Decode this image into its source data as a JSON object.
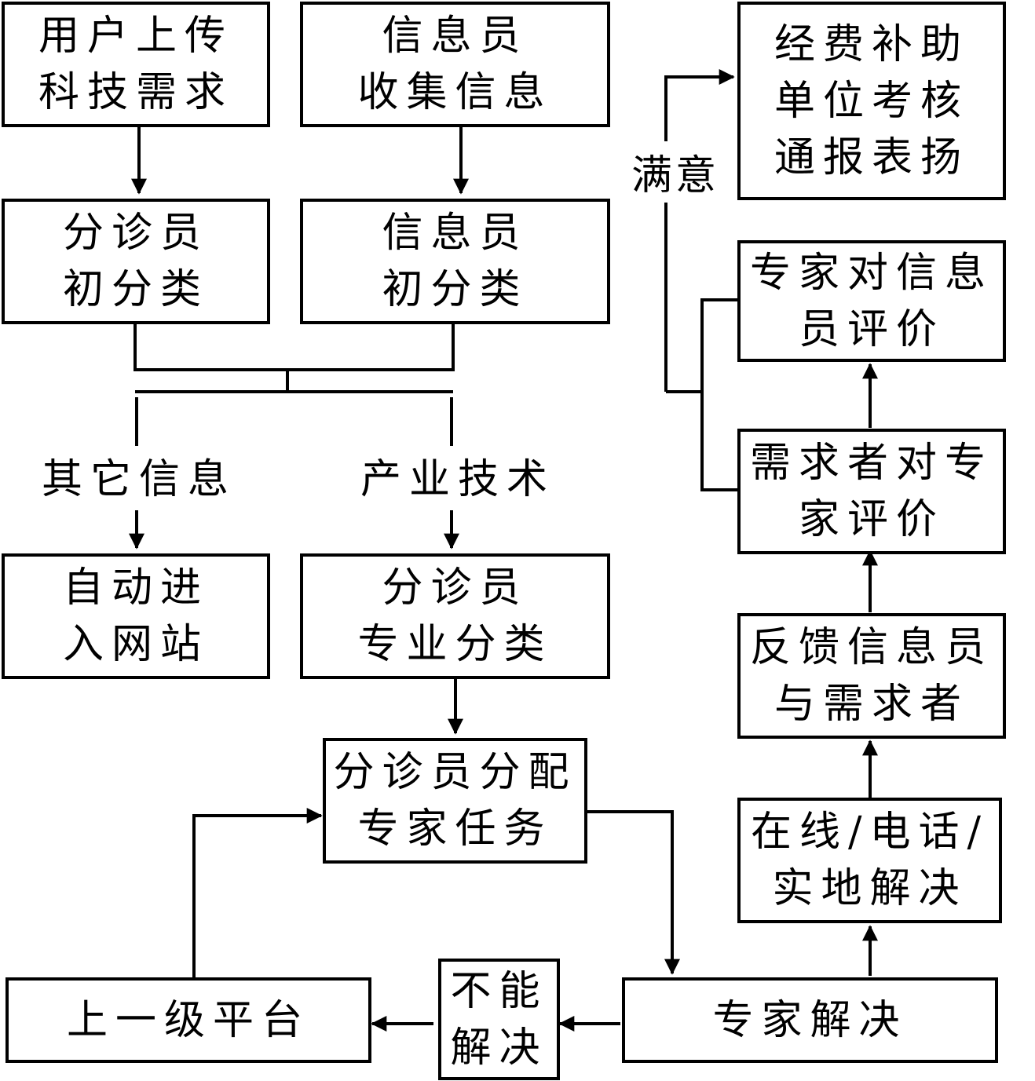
{
  "nodes": {
    "user_upload": [
      "用户上传",
      "科技需求"
    ],
    "info_collect": [
      "信息员",
      "收集信息"
    ],
    "triage_initial": [
      "分诊员",
      "初分类"
    ],
    "info_initial": [
      "信息员",
      "初分类"
    ],
    "auto_website": [
      "自动进",
      "入网站"
    ],
    "triage_professional": [
      "分诊员",
      "专业分类"
    ],
    "assign_expert": [
      "分诊员分配",
      "专家任务"
    ],
    "upper_platform": [
      "上一级平台"
    ],
    "cannot_solve": [
      "不能",
      "解决"
    ],
    "expert_solve": [
      "专家解决"
    ],
    "online_solve": [
      "在线/电话/",
      "实地解决"
    ],
    "feedback": [
      "反馈信息员",
      "与需求者"
    ],
    "eval_expert": [
      "需求者对专",
      "家评价"
    ],
    "eval_info": [
      "专家对信息",
      "员评价"
    ],
    "rewards": [
      "经费补助",
      "单位考核",
      "通报表扬"
    ]
  },
  "labels": {
    "other_info": "其它信息",
    "industry_tech": "产业技术",
    "satisfied": "满意"
  }
}
